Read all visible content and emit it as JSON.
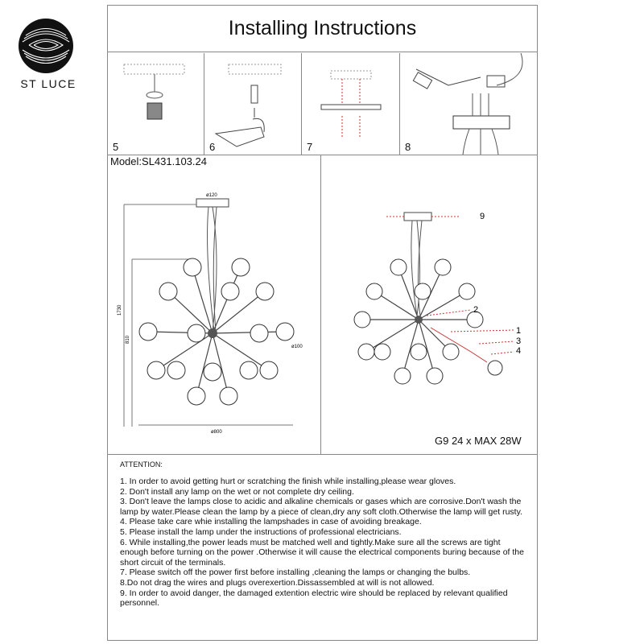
{
  "brand": {
    "name": "ST LUCE"
  },
  "document": {
    "title": "Installing Instructions",
    "model": "Model:SL431.103.24",
    "bulb_info": "G9 24 x MAX 28W",
    "attention_label": "ATTENTION:"
  },
  "steps": [
    {
      "number": "5"
    },
    {
      "number": "6"
    },
    {
      "number": "7"
    },
    {
      "number": "8"
    }
  ],
  "dimensions": {
    "canopy": "ø120",
    "height_total": "1730",
    "height_body": "810",
    "diameter": "ø800",
    "shade": "ø100"
  },
  "parts_labels": [
    "1",
    "2",
    "3",
    "4",
    "9"
  ],
  "notes": [
    "1. In order to avoid getting hurt or scratching the finish while installing,please wear gloves.",
    "2. Don't install any lamp on the wet or not complete dry ceiling.",
    "3. Don't leave the lamps close to acidic and alkaline chemicals or gases which are corrosive.Don't wash the lamp by water.Please clean the lamp by a piece of clean,dry any soft cloth.Otherwise the lamp will get rusty.",
    "4. Please take care whie installing the lampshades in case of avoiding breakage.",
    "5. Please install the lamp under the instructions of professional electricians.",
    "6. While installing,the power leads must be matched well and tightly.Make sure all the screws are tight enough before turning on the power .Otherwise it will cause the electrical components buring because of the short circuit of the terminals.",
    "7. Please switch off the power first before installing ,cleaning the lamps or changing the bulbs.",
    "8.Do not drag the wires and plugs overexertion.Dissassembled at will is not allowed.",
    "9. In order to avoid danger, the damaged extention electric wire should be replaced by relevant qualified personnel."
  ]
}
